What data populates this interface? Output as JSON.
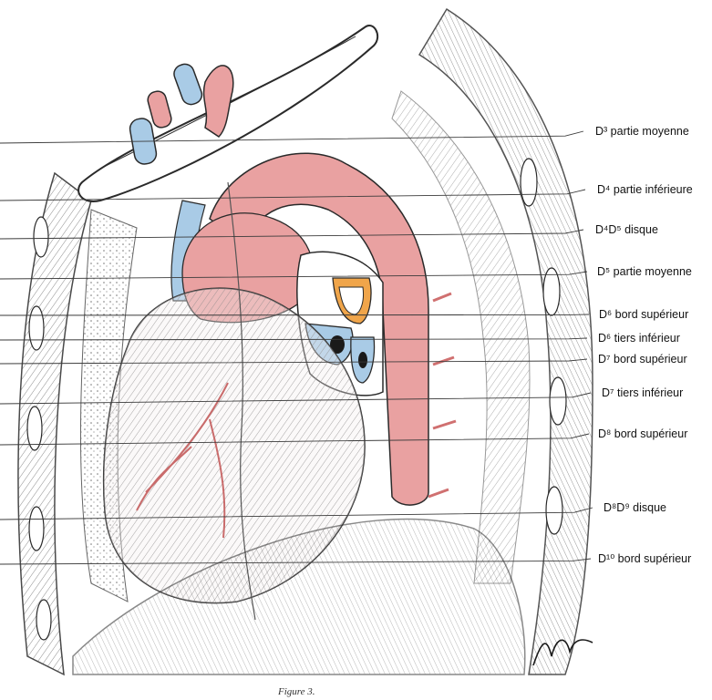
{
  "figure": {
    "caption": "Figure 3.",
    "labels": [
      "D³ partie moyenne",
      "D⁴ partie inférieure",
      "D⁴D⁵ disque",
      "D⁵ partie moyenne",
      "D⁶ bord supérieur",
      "D⁶ tiers inférieur",
      "D⁷ bord supérieur",
      "D⁷ tiers inférieur",
      "D⁸ bord supérieur",
      "D⁸D⁹ disque",
      "D¹⁰ bord supérieur"
    ],
    "colors": {
      "artery": "#e9a1a1",
      "vein": "#a9cbe6",
      "bronchus": "#f0a54a",
      "ink": "#2a2a2a"
    }
  }
}
